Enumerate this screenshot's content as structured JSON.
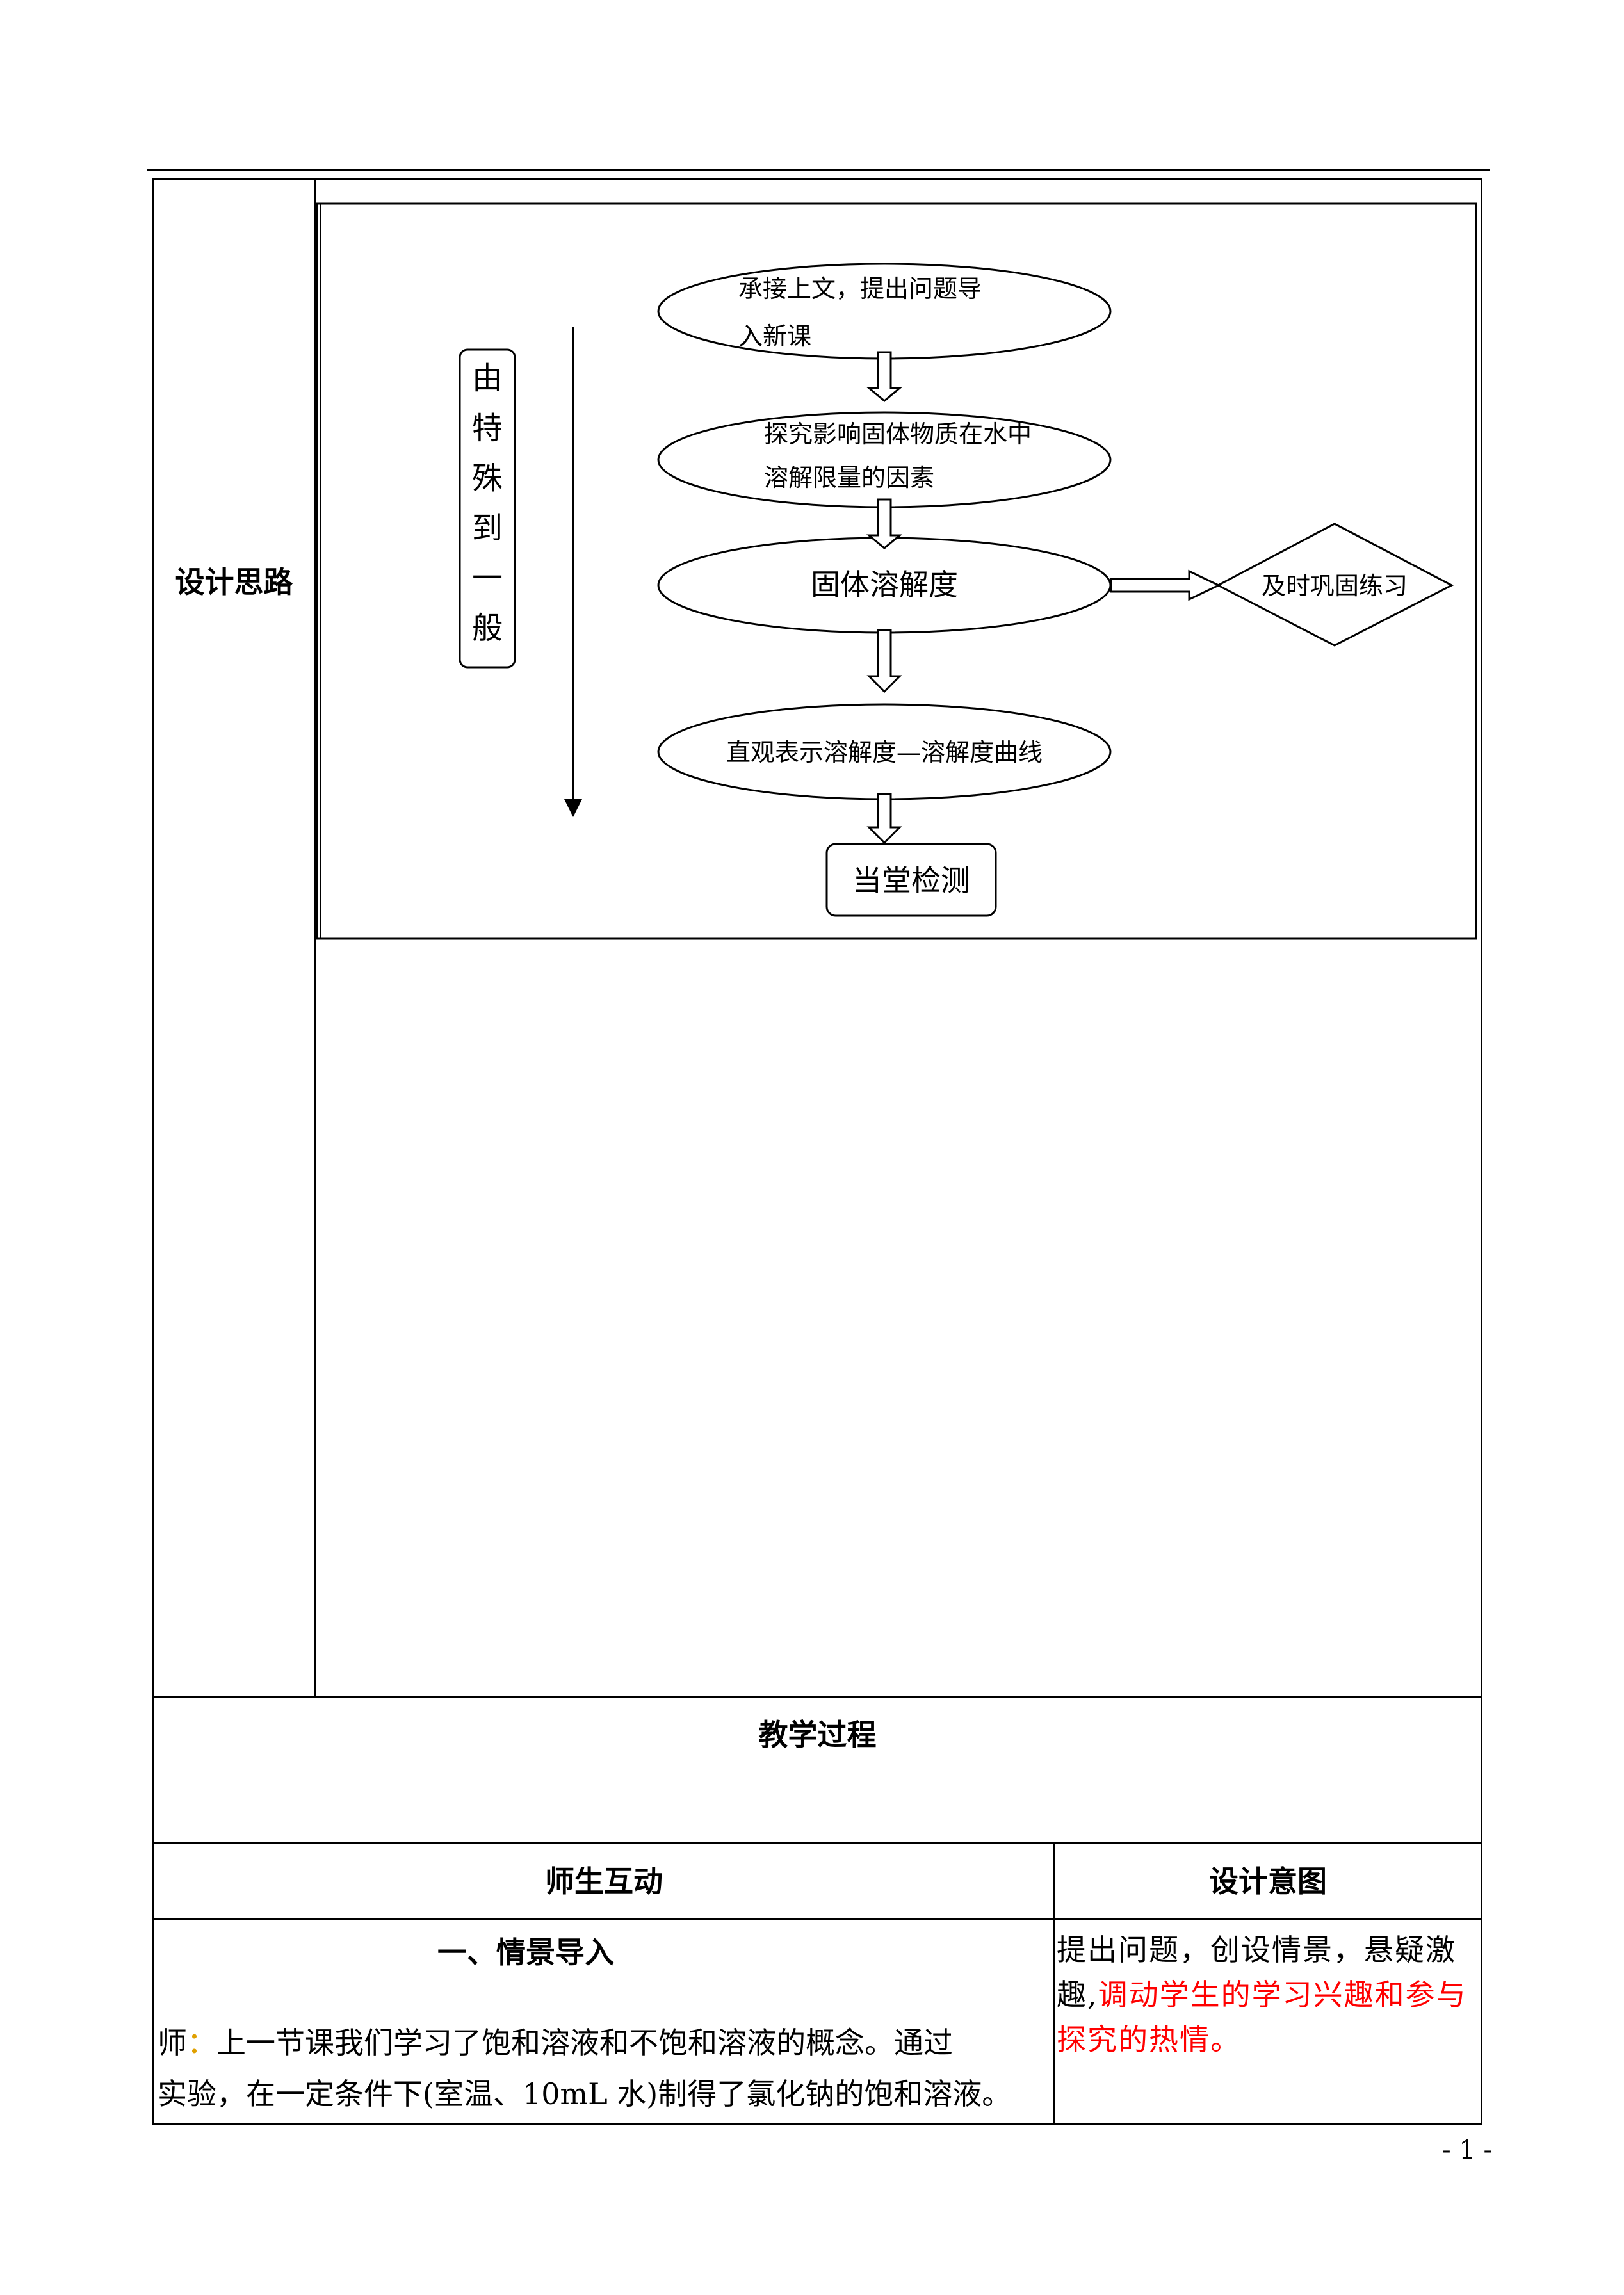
{
  "design_thinking": {
    "label": "设计思路",
    "side_box_chars": [
      "由",
      "特",
      "殊",
      "到",
      "一",
      "般"
    ],
    "flow": {
      "step1": [
        "承接上文，提出问题导",
        "入新课"
      ],
      "step2": [
        "探究影响固体物质在水中",
        "溶解限量的因素"
      ],
      "step3": "固体溶解度",
      "branch": "及时巩固练习",
      "step4": "直观表示溶解度—溶解度曲线",
      "step5": "当堂检测"
    }
  },
  "process": {
    "title": "教学过程",
    "col_interaction": "师生互动",
    "col_intent": "设计意图",
    "section_heading": "一、情景导入",
    "teacher_prefix": "师",
    "teacher_colon": "：",
    "teacher_line1": "上一节课我们学习了饱和溶液和不饱和溶液的概念。通过",
    "teacher_line2": "实验，在一定条件下(室温、10mL 水)制得了氯化钠的饱和溶液。",
    "intent_black": "提出问题，创设情景，悬疑激趣,",
    "intent_red": "调动学生的学习兴趣和参与探究的热情。"
  },
  "footer": {
    "page_number": "- 1 -"
  }
}
